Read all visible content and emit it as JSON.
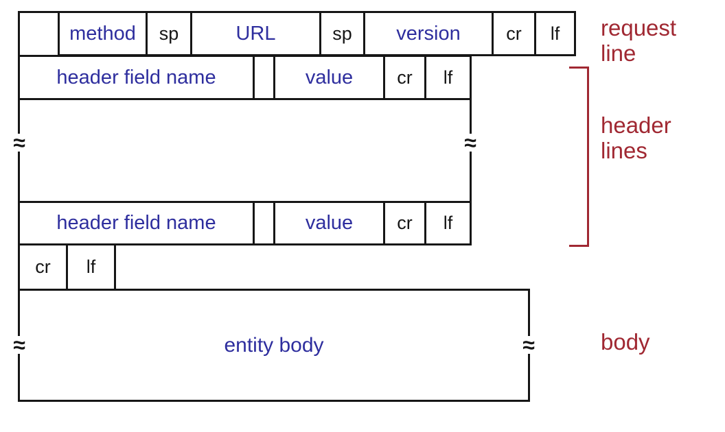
{
  "colors": {
    "field_label": "#2e2e9e",
    "control_label": "#161616",
    "box_line": "#161616",
    "annotation": "#a02832",
    "background": "#ffffff"
  },
  "request_line": {
    "cells": [
      {
        "label": "method",
        "kind": "field"
      },
      {
        "label": "sp",
        "kind": "control"
      },
      {
        "label": "URL",
        "kind": "field"
      },
      {
        "label": "sp",
        "kind": "control"
      },
      {
        "label": "version",
        "kind": "field"
      },
      {
        "label": "cr",
        "kind": "control"
      },
      {
        "label": "lf",
        "kind": "control"
      }
    ],
    "annotation_lines": [
      "request",
      "line"
    ]
  },
  "header_line_row": {
    "cells": [
      {
        "label": "header field name",
        "kind": "field"
      },
      {
        "label": "",
        "kind": "control"
      },
      {
        "label": "value",
        "kind": "field"
      },
      {
        "label": "cr",
        "kind": "control"
      },
      {
        "label": "lf",
        "kind": "control"
      }
    ]
  },
  "header_section": {
    "annotation_lines": [
      "header",
      "lines"
    ],
    "break_mark": "≈"
  },
  "blank_line_row": {
    "cells": [
      {
        "label": "cr",
        "kind": "control"
      },
      {
        "label": "lf",
        "kind": "control"
      }
    ]
  },
  "body_section": {
    "label": "entity body",
    "annotation": "body",
    "break_mark": "≈"
  }
}
